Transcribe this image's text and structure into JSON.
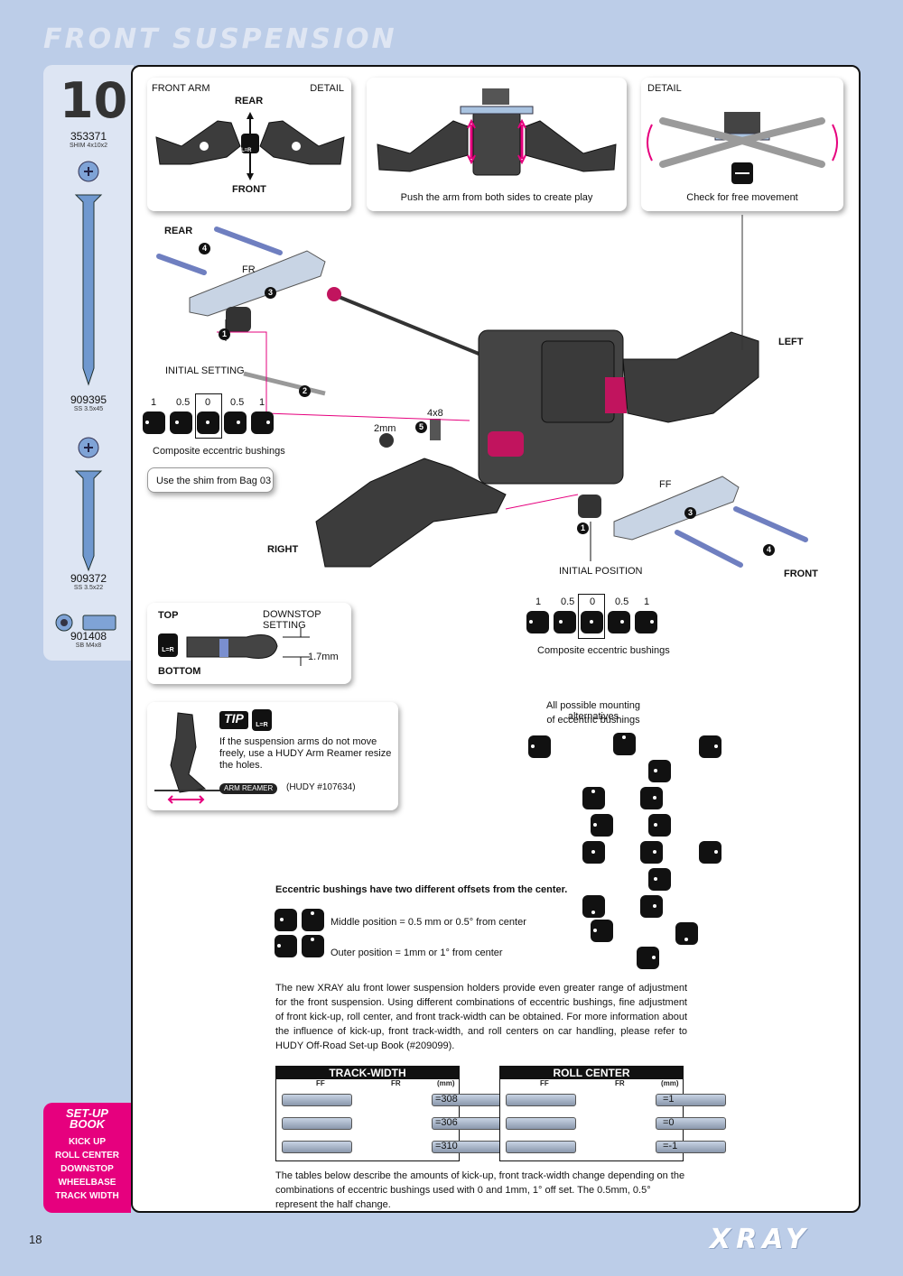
{
  "page": {
    "title": "FRONT SUSPENSION",
    "page_number": "18",
    "brand": "XRAY"
  },
  "colors": {
    "accent": "#e6007e",
    "background": "#bccde8",
    "panel": "#ffffff"
  },
  "parts": [
    {
      "big": "10",
      "number": "353371",
      "desc": "SHIM 4x10x2"
    },
    {
      "number": "909395",
      "desc": "SS 3.5x45"
    },
    {
      "number": "909372",
      "desc": "SS 3.5x22"
    },
    {
      "number": "901408",
      "desc": "SB M4x8"
    }
  ],
  "box1": {
    "left_label": "FRONT ARM",
    "right_label": "DETAIL",
    "rear": "REAR",
    "front": "FRONT",
    "lr": "L=R"
  },
  "box2": {
    "caption": "Push the arm from both sides to create play"
  },
  "box3": {
    "title": "DETAIL",
    "caption": "Check for free movement"
  },
  "main": {
    "rear": "REAR",
    "left": "LEFT",
    "right": "RIGHT",
    "front": "FRONT",
    "fr": "FR",
    "ff": "FF",
    "step1": "1",
    "step2": "2",
    "step3": "3",
    "step4": "4",
    "step5": "5",
    "size_4x8": "4x8",
    "size_2mm": "2mm",
    "initial_setting": "INITIAL SETTING",
    "initial_position": "INITIAL POSITION",
    "scale": [
      "1",
      "0.5",
      "0",
      "0.5",
      "1"
    ],
    "composite": "Composite eccentric bushings",
    "shim_note": "Use the shim from Bag 03"
  },
  "downstop": {
    "top": "TOP",
    "bottom": "BOTTOM",
    "title": "DOWNSTOP SETTING",
    "value": "1.7mm",
    "lr": "L=R"
  },
  "tip": {
    "label": "TIP",
    "lr": "L=R",
    "text": "If the suspension arms do not move freely, use a HUDY Arm Reamer resize the holes.",
    "tool": "ARM REAMER",
    "code": "(HUDY #107634)"
  },
  "alternatives": {
    "line1": "All possible mounting alternatives",
    "line2": "of eccentric bushings"
  },
  "eccentric": {
    "heading": "Eccentric bushings have two different offsets from the center.",
    "middle": "Middle position = 0.5 mm or 0.5° from center",
    "outer": "Outer position = 1mm or 1° from center"
  },
  "paragraph": "The new XRAY alu front lower suspension holders provide even greater range of adjustment for the front suspension. Using different combinations of eccentric bushings, fine adjustment of front kick-up, roll center, and front track-width can be obtained. For more information about the influence of kick-up, front track-width, and roll centers on car handling, please refer to HUDY Off-Road Set-up Book (#209099).",
  "tables": [
    {
      "title": "TRACK-WIDTH",
      "col1": "FF",
      "col2": "FR",
      "unit": "(mm)",
      "values": [
        "=308",
        "=306",
        "=310"
      ]
    },
    {
      "title": "ROLL CENTER",
      "col1": "FF",
      "col2": "FR",
      "unit": "(mm)",
      "values": [
        "=1",
        "=0",
        "=-1"
      ]
    }
  ],
  "footnote": "The tables below describe the amounts of kick-up, front track-width change depending on the combinations of eccentric bushings used with 0 and 1mm, 1° off set. The 0.5mm, 0.5° represent the half change.",
  "setup_book": {
    "title1": "SET-UP",
    "title2": "BOOK",
    "items": [
      "KICK UP",
      "ROLL CENTER",
      "DOWNSTOP",
      "WHEELBASE",
      "TRACK WIDTH"
    ]
  }
}
